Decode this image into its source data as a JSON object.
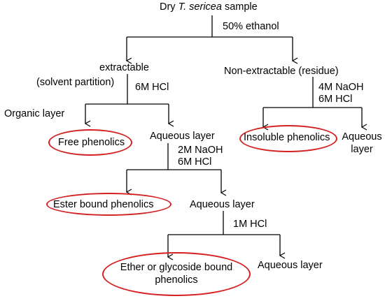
{
  "colors": {
    "line": "#000000",
    "highlight_ellipse": "#d42020"
  },
  "root": {
    "prefix": "Dry ",
    "species": "T. sericea",
    "suffix": " sample"
  },
  "steps": {
    "ethanol": "50% ethanol",
    "hcl_6m": "6M HCl",
    "naoh_4m": "4M NaOH",
    "hcl_6m_b": "6M HCl",
    "naoh_2m": "2M NaOH",
    "hcl_6m_c": "6M HCl",
    "hcl_1m": "1M HCl"
  },
  "nodes": {
    "extractable": "extractable",
    "solvent_partition": "(solvent partition)",
    "non_extractable": "Non-extractable (residue)",
    "organic_layer": "Organic layer",
    "free_phenolics": "Free phenolics",
    "aqueous_layer_1": "Aqueous layer",
    "insoluble_phenolics": "Insoluble phenolics",
    "aqueous_layer_right_1": "Aqueous",
    "aqueous_layer_right_2": "layer",
    "ester_bound": "Ester bound phenolics",
    "aqueous_layer_2": "Aqueous layer",
    "ether_bound_1": "Ether or glycoside bound",
    "ether_bound_2": "phenolics",
    "aqueous_layer_3": "Aqueous layer"
  }
}
